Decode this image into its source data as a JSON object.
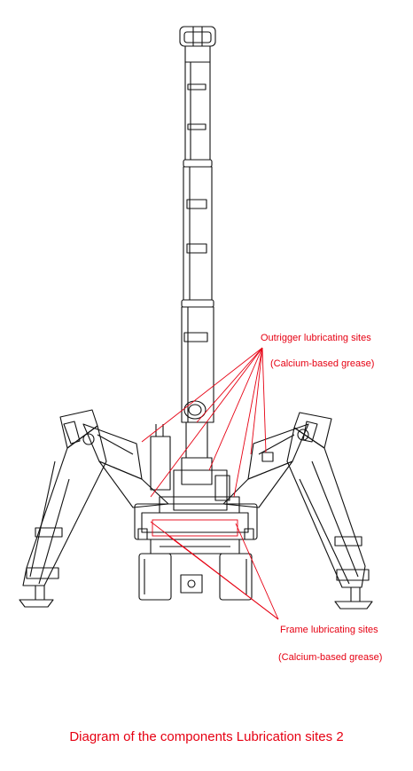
{
  "labels": {
    "outrigger_title": "Outrigger lubricating sites",
    "outrigger_sub": "(Calcium-based grease)",
    "frame_title": "Frame lubricating sites",
    "frame_sub": "(Calcium-based grease)"
  },
  "caption": "Diagram of the components Lubrication sites 2",
  "colors": {
    "annotation": "#e60012",
    "line_art": "#111111",
    "background": "#ffffff"
  }
}
